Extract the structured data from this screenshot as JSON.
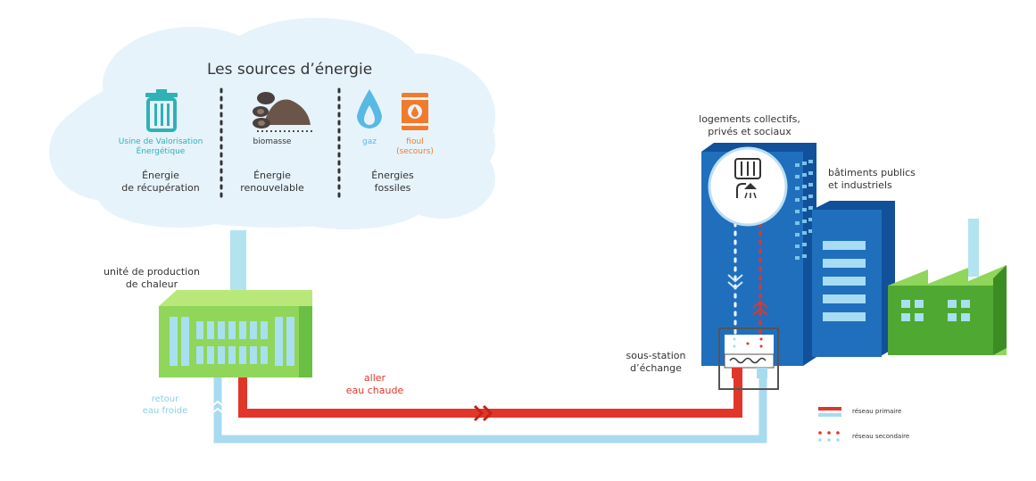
{
  "colors": {
    "cloud": "#e6f3fb",
    "teal": "#2fb1b5",
    "dark_gray": "#404040",
    "blue_gas": "#58b9e4",
    "orange": "#f07b2c",
    "green_light": "#8fd65a",
    "green_dark": "#4fa831",
    "green_window": "#a8e0ef",
    "red": "#e1362a",
    "light_blue": "#a9dbf0",
    "blue_building": "#1f6fbd",
    "blue_dark": "#12509a"
  },
  "sources": {
    "title": "Les sources d’énergie",
    "col1": {
      "icon": "trash-bin-icon",
      "name_line1": "Usine de Valorisation",
      "name_line2": "Énergétique",
      "cat_line1": "Énergie",
      "cat_line2": "de récupération"
    },
    "col2": {
      "icon": "biomass-icon",
      "name": "biomasse",
      "cat_line1": "Énergie",
      "cat_line2": "renouvelable"
    },
    "col3": {
      "icon_gas": "gas-drop-icon",
      "icon_fuel": "fuel-barrel-icon",
      "gas": "gaz",
      "fuel_line1": "fioul",
      "fuel_line2": "(secours)",
      "cat_line1": "Énergies",
      "cat_line2": "fossiles"
    }
  },
  "production": {
    "line1": "unité de production",
    "line2": "de chaleur"
  },
  "supply": {
    "line1": "aller",
    "line2": "eau chaude"
  },
  "return": {
    "line1": "retour",
    "line2": "eau froide"
  },
  "substation": {
    "line1": "sous-station",
    "line2": "d’échange"
  },
  "housing": {
    "line1": "logements collectifs,",
    "line2": "privés et sociaux"
  },
  "public": {
    "line1": "bâtiments publics",
    "line2": "et industriels"
  },
  "legend": {
    "primary": "réseau primaire",
    "secondary": "réseau secondaire"
  }
}
